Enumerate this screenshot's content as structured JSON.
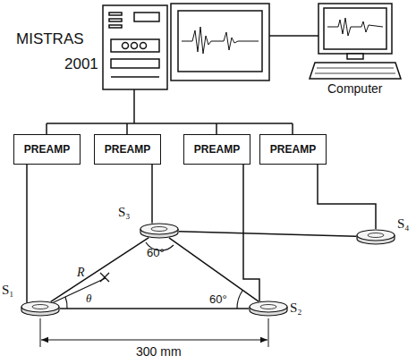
{
  "diagram": {
    "nodes": [
      {
        "text": [
          "PREAMP"
        ]
      },
      {
        "text": [
          "PREAMP"
        ]
      },
      {
        "text": [
          "PREAMP"
        ]
      },
      {
        "text": [
          "PREAMP"
        ]
      },
      {
        "text": [
          "S₃"
        ]
      },
      {
        "text": [
          "S₄"
        ]
      },
      {
        "text": [
          "S₁"
        ]
      },
      {
        "text": [
          "S₂"
        ]
      }
    ],
    "edges": [
      {
        "from": 0,
        "to": 6,
        "arrow": "none"
      },
      {
        "from": 1,
        "to": 4,
        "arrow": "none"
      },
      {
        "from": 2,
        "to": 7,
        "arrow": "none"
      },
      {
        "from": 3,
        "to": 5,
        "arrow": "none"
      },
      {
        "from": 6,
        "to": 4,
        "arrow": "none"
      },
      {
        "from": 4,
        "to": 7,
        "arrow": "none"
      },
      {
        "from": 6,
        "to": 7,
        "arrow": "none"
      },
      {
        "from": 4,
        "to": 5,
        "arrow": "none"
      }
    ],
    "labels": [
      "MISTRAS",
      "2001",
      "Computer",
      "60°",
      "60°",
      "R",
      "θ",
      "300 mm"
    ]
  }
}
